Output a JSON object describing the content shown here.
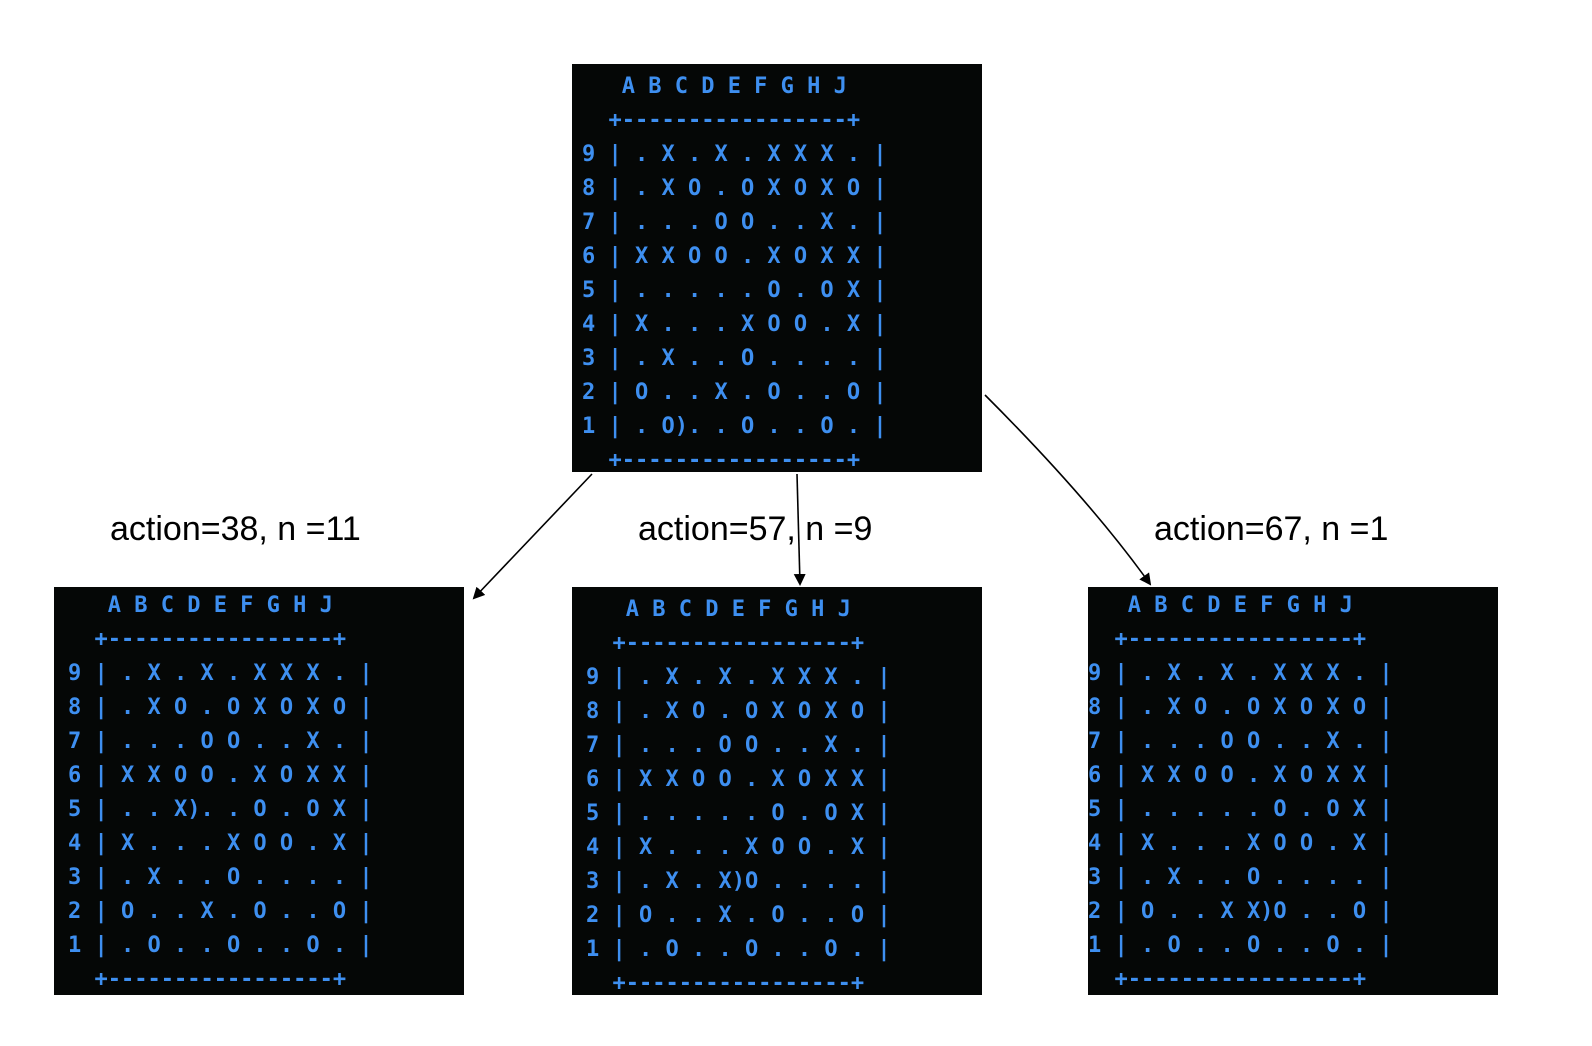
{
  "root": {
    "lines": [
      "   A B C D E F G H J",
      "  +-----------------+",
      "9 | . X . X . X X X . |",
      "8 | . X O . O X O X O |",
      "7 | . . . O O . . X . |",
      "6 | X X O O . X O X X |",
      "5 | . . . . . O . O X |",
      "4 | X . . . X O O . X |",
      "3 | . X . . O . . . . |",
      "2 | O . . X . O . . O |",
      "1 | . O). . O . . O . |",
      "  +-----------------+"
    ]
  },
  "children": [
    {
      "label": "action=38, n =11",
      "lines": [
        "   A B C D E F G H J",
        "  +-----------------+",
        "9 | . X . X . X X X . |",
        "8 | . X O . O X O X O |",
        "7 | . . . O O . . X . |",
        "6 | X X O O . X O X X |",
        "5 | . . X). . O . O X |",
        "4 | X . . . X O O . X |",
        "3 | . X . . O . . . . |",
        "2 | O . . X . O . . O |",
        "1 | . O . . O . . O . |",
        "  +-----------------+"
      ]
    },
    {
      "label": "action=57, n =9",
      "lines": [
        "   A B C D E F G H J",
        "  +-----------------+",
        "9 | . X . X . X X X . |",
        "8 | . X O . O X O X O |",
        "7 | . . . O O . . X . |",
        "6 | X X O O . X O X X |",
        "5 | . . . . . O . O X |",
        "4 | X . . . X O O . X |",
        "3 | . X . X)O . . . . |",
        "2 | O . . X . O . . O |",
        "1 | . O . . O . . O . |",
        "  +-----------------+"
      ]
    },
    {
      "label": "action=67, n =1",
      "lines": [
        "   A B C D E F G H J",
        "  +-----------------+",
        "9 | . X . X . X X X . |",
        "8 | . X O . O X O X O |",
        "7 | . . . O O . . X . |",
        "6 | X X O O . X O X X |",
        "5 | . . . . . O . O X |",
        "4 | X . . . X O O . X |",
        "3 | . X . . O . . . . |",
        "2 | O . . X X)O . . O |",
        "1 | . O . . O . . O . |",
        "  +-----------------+"
      ]
    }
  ],
  "colors": {
    "board_bg": "#050706",
    "board_text": "#3e8ff0",
    "arrow": "#000000"
  }
}
